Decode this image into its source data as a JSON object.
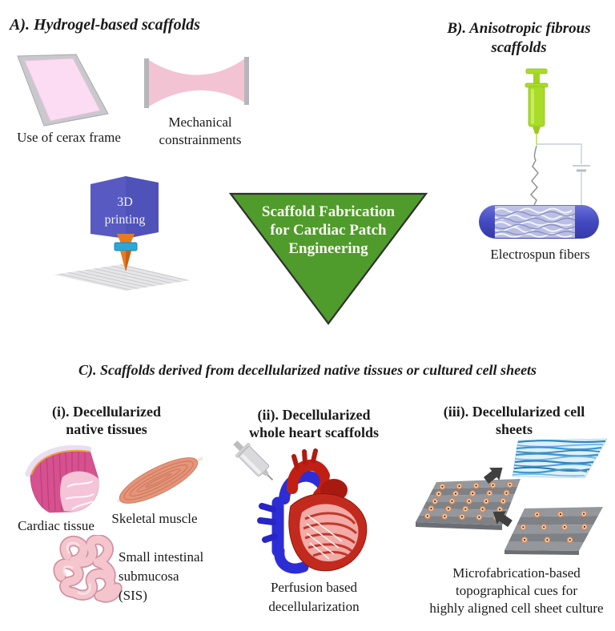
{
  "section_a": {
    "heading": "A). Hydrogel-based scaffolds",
    "cerax_label": "Use of cerax frame",
    "mech_line1": "Mechanical",
    "mech_line2": "constrainments",
    "print_line1": "3D",
    "print_line2": "printing"
  },
  "section_b": {
    "heading_line1": "B). Anisotropic fibrous",
    "heading_line2": "scaffolds",
    "fibers_label": "Electrospun fibers"
  },
  "triangle": {
    "line1": "Scaffold Fabrication",
    "line2": "for Cardiac Patch",
    "line3": "Engineering"
  },
  "section_c": {
    "heading": "C). Scaffolds derived from decellularized native tissues or cultured cell sheets",
    "i": {
      "heading_line1": "(i). Decellularized",
      "heading_line2": "native tissues",
      "cardiac_label": "Cardiac tissue",
      "muscle_label": "Skeletal muscle",
      "sis_line1": "Small intestinal",
      "sis_line2": "submucosa",
      "sis_line3": "(SIS)"
    },
    "ii": {
      "heading_line1": "(ii). Decellularized",
      "heading_line2": "whole heart scaffolds",
      "label_line1": "Perfusion based",
      "label_line2": "decellularization"
    },
    "iii": {
      "heading_line1": "(iii). Decellularized cell",
      "heading_line2": "sheets",
      "label_line1": "Microfabrication-based",
      "label_line2": "topographical cues for",
      "label_line3": "highly aligned cell sheet culture"
    }
  },
  "colors": {
    "triangle_green": "#4f9b2c",
    "syringe_green": "#a9dc28",
    "drum_blue": "#4349c0",
    "printer_cube_blue": "#5356bd",
    "nozzle_orange": "#e87b22",
    "nozzle_band_cyan": "#2ba8d8",
    "hydrogel_pink": "#fcdcf2",
    "constraint_pink": "#f2c3d3",
    "cardiac_magenta": "#d6518f",
    "muscle_salmon": "#e6947a",
    "sis_pink": "#f4c3ca",
    "heart_red": "#c32a1e",
    "vessel_blue": "#2d2dd6",
    "substrate_gray": "#8e9196",
    "cell_sheet_blue": "#3e97d2",
    "text": "#1a1a1a"
  },
  "icons": {
    "cerax_frame_icon": "tilted-framed-hydrogel-sheet",
    "mechanical_constraint_icon": "pinched-pink-band",
    "printer_3d_icon": "extruder-cube-over-mesh-bed",
    "triangle_icon": "inverted-green-triangle",
    "electrospinning_icon": "syringe-jet-rotating-drum-circuit",
    "cardiac_tissue_icon": "layered-myocardium-block",
    "skeletal_muscle_icon": "muscle-spindle",
    "sis_icon": "intestine-coils",
    "perfusion_icon": "syringe-into-heart",
    "cell_sheet_icon": "micropatterned-substrates-and-aligned-cell-sheet",
    "arrow_icon": "black-block-arrow"
  }
}
